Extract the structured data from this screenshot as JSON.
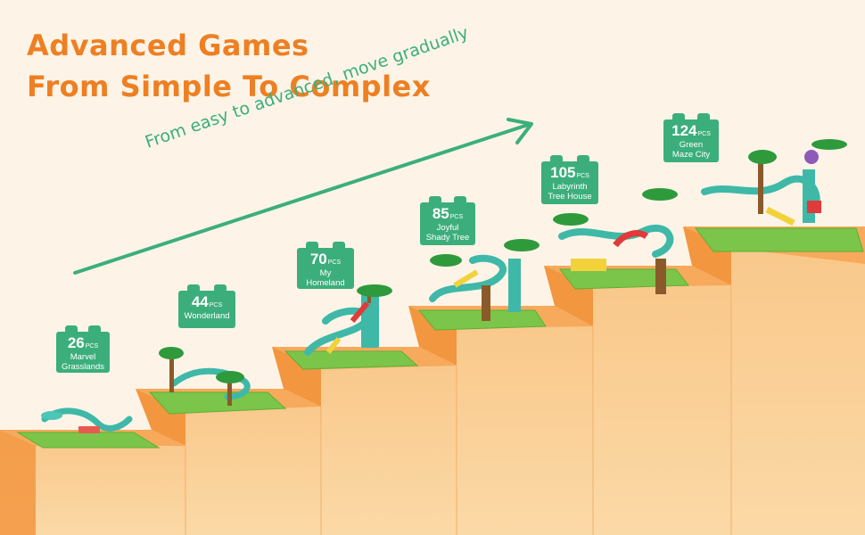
{
  "headline": {
    "line1": "Advanced Games",
    "line2": "From Simple To Complex"
  },
  "tagline": "From easy to advanced, move gradually",
  "steps": [
    {
      "count": "26",
      "unit": "PCS",
      "name_lines": [
        "Marvel",
        "Grasslands"
      ]
    },
    {
      "count": "44",
      "unit": "PCS",
      "name_lines": [
        "Wonderland"
      ]
    },
    {
      "count": "70",
      "unit": "PCS",
      "name_lines": [
        "My",
        "Homeland"
      ]
    },
    {
      "count": "85",
      "unit": "PCS",
      "name_lines": [
        "Joyful",
        "Shady Tree"
      ]
    },
    {
      "count": "105",
      "unit": "PCS",
      "name_lines": [
        "Labyrinth",
        "Tree House"
      ]
    },
    {
      "count": "124",
      "unit": "PCS",
      "name_lines": [
        "Green",
        "Maze City"
      ]
    }
  ],
  "colors": {
    "background": "#fdf4e7",
    "headline": "#ee7f22",
    "accent_green": "#3cae7c",
    "stair_top": "#f7a95c",
    "stair_front": "#f9cd8d",
    "stair_side": "#f2963f",
    "baseplate": "#7bc64a",
    "track": "#3fb8a8"
  }
}
